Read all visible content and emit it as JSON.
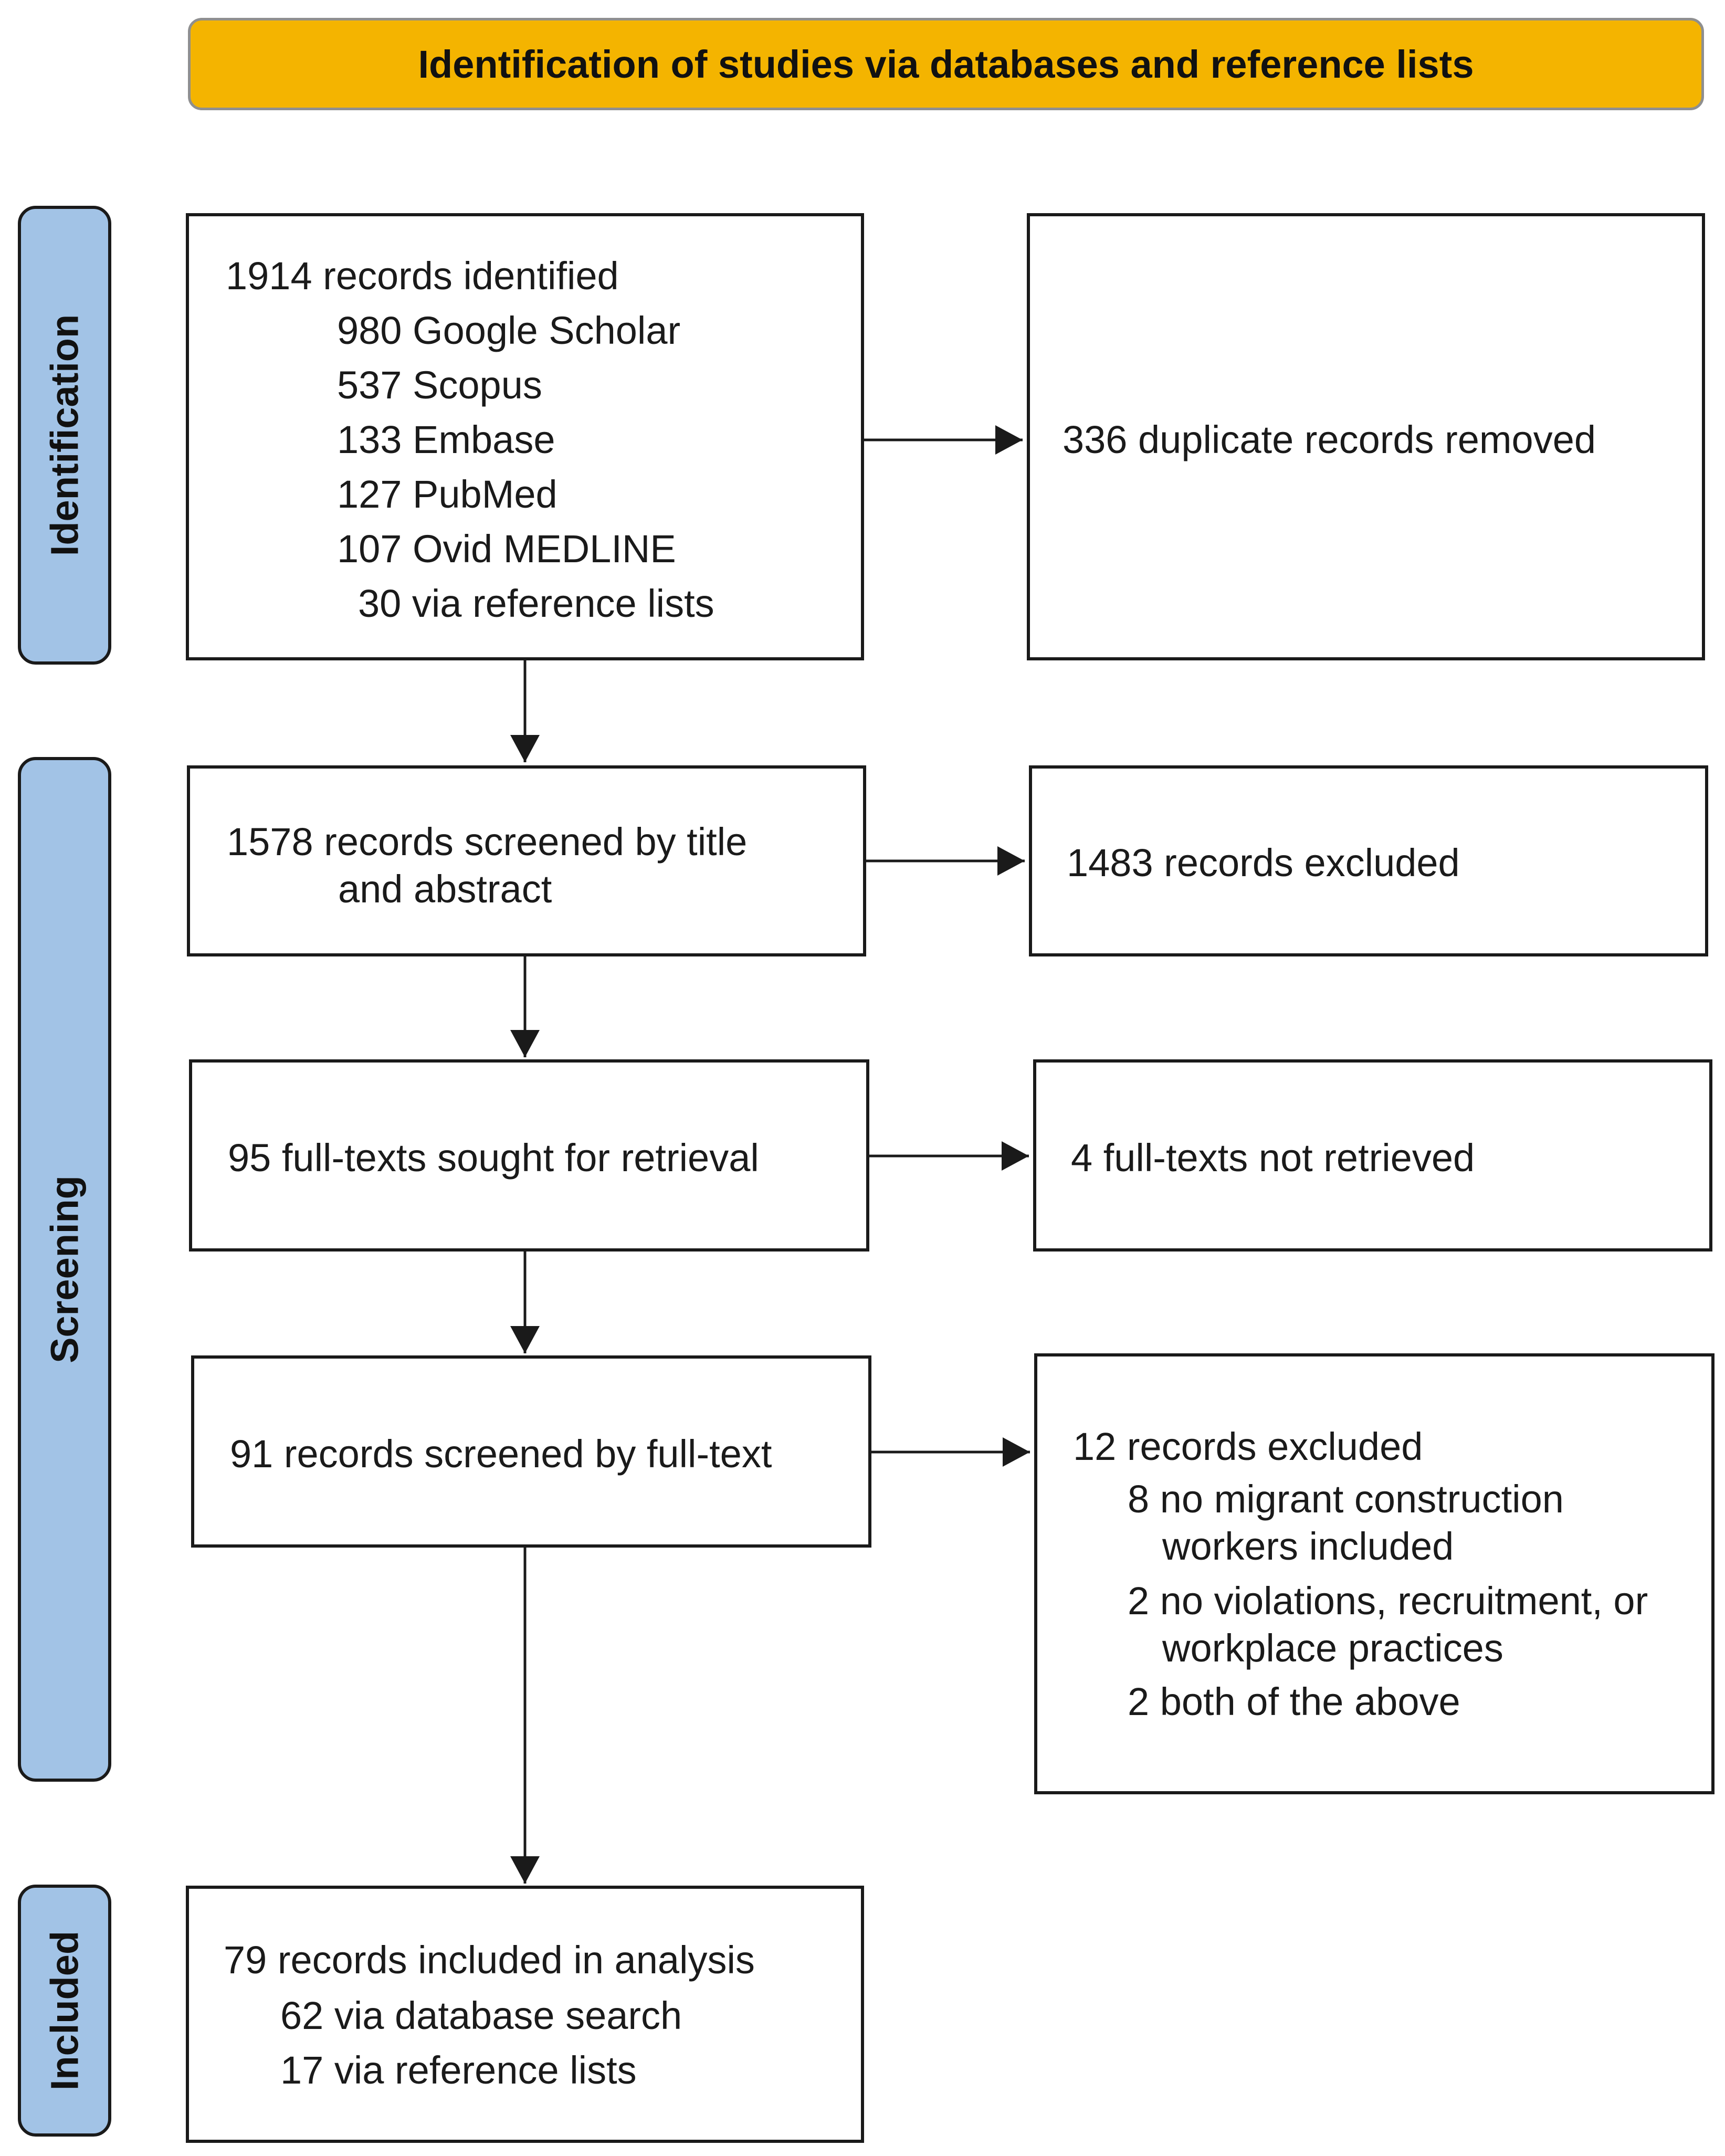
{
  "header": {
    "title": "Identification of studies via databases and reference lists"
  },
  "phases": {
    "identification": "Identification",
    "screening": "Screening",
    "included": "Included"
  },
  "boxes": {
    "identified": {
      "total": "1914 records identified",
      "sources": [
        "980 Google Scholar",
        "537 Scopus",
        "133 Embase",
        "127 PubMed",
        "107 Ovid MEDLINE",
        "30 via reference lists"
      ]
    },
    "duplicates": "336 duplicate records removed",
    "screened_title": {
      "line1": "1578 records screened by title",
      "line2": "and abstract"
    },
    "excluded_title": "1483 records excluded",
    "sought": "95 full-texts sought for retrieval",
    "not_retrieved": "4 full-texts not retrieved",
    "screened_full": "91 records screened by full-text",
    "excluded_full": {
      "total": "12 records excluded",
      "reasons": [
        {
          "line1": "8 no migrant construction",
          "line2": "workers included"
        },
        {
          "line1": "2 no violations, recruitment, or",
          "line2": "workplace practices"
        },
        {
          "line1": "2 both of the above"
        }
      ]
    },
    "included": {
      "total": "79 records included in analysis",
      "sources": [
        "62 via database search",
        "17 via reference lists"
      ]
    }
  }
}
